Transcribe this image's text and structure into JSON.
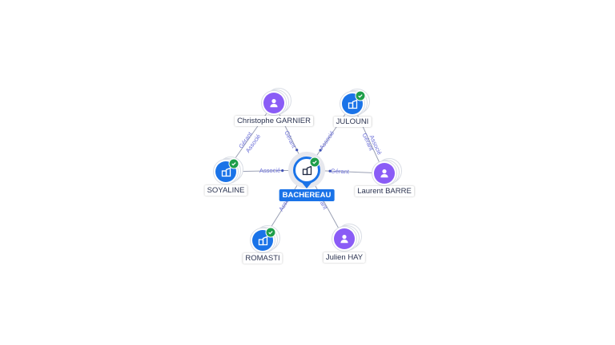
{
  "center": {
    "label": "BACHEREAU",
    "icon": "building-icon",
    "verified": true
  },
  "nodes": [
    {
      "id": "garnier",
      "label": "Christophe GARNIER",
      "type": "person",
      "icon": "person-icon",
      "verified": false
    },
    {
      "id": "julouni",
      "label": "JULOUNI",
      "type": "company",
      "icon": "building-icon",
      "verified": true
    },
    {
      "id": "soyaline",
      "label": "SOYALINE",
      "type": "company",
      "icon": "building-icon",
      "verified": true
    },
    {
      "id": "barre",
      "label": "Laurent BARRE",
      "type": "person",
      "icon": "person-icon",
      "verified": false
    },
    {
      "id": "romasti",
      "label": "ROMASTI",
      "type": "company",
      "icon": "building-icon",
      "verified": true
    },
    {
      "id": "hay",
      "label": "Julien HAY",
      "type": "person",
      "icon": "person-icon",
      "verified": false
    }
  ],
  "edges": [
    {
      "from": "garnier",
      "labels": [
        "Gérant"
      ]
    },
    {
      "from": "julouni",
      "labels": [
        "Associé"
      ]
    },
    {
      "from": "soyaline",
      "labels": [
        "Associé"
      ]
    },
    {
      "from": "barre",
      "labels": [
        "Gérant"
      ]
    },
    {
      "from": "romasti",
      "labels": [
        "Associé"
      ]
    },
    {
      "from": "hay",
      "labels": [
        "Gérant"
      ]
    },
    {
      "from": "garnier",
      "to": "soyaline",
      "labels": [
        "Gérant",
        "Associé"
      ]
    },
    {
      "from": "julouni",
      "to": "barre",
      "labels": [
        "Gérant",
        "Associé"
      ]
    }
  ],
  "colors": {
    "company": "#1a73e8",
    "person": "#8a5cf6",
    "verified": "#1e9e4a",
    "edge": "#9aa0b4",
    "edge_label": "#6b6fd8"
  }
}
